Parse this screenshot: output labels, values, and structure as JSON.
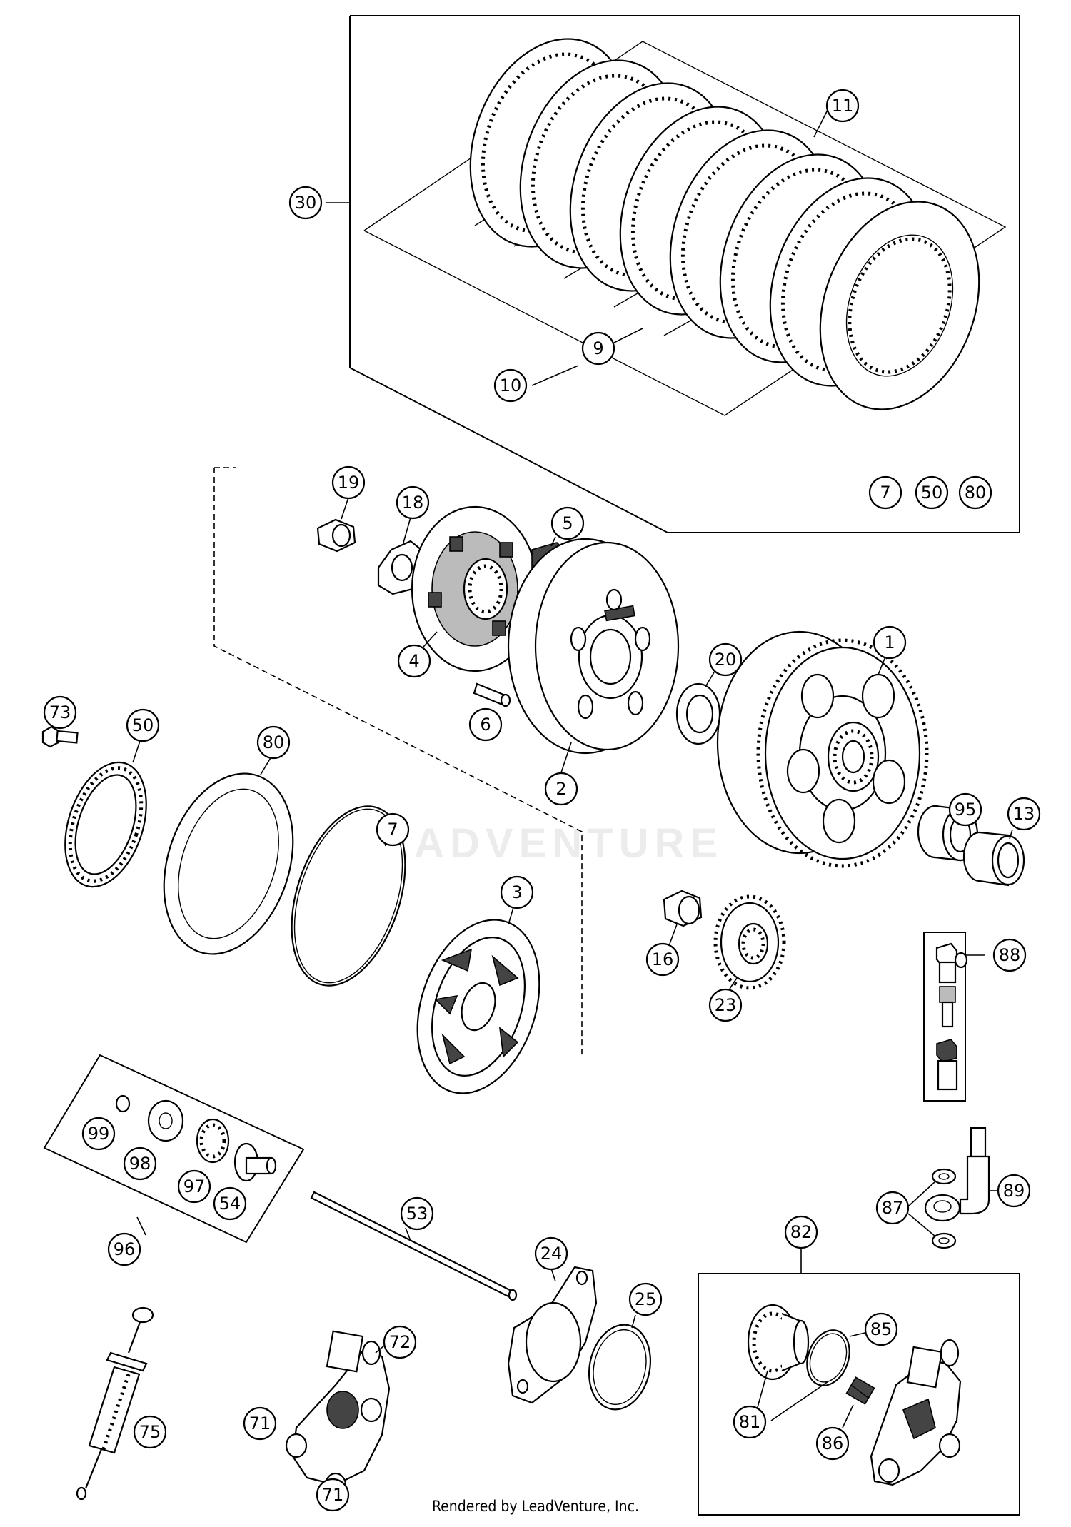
{
  "diagram": {
    "callouts": [
      {
        "id": "11",
        "label": "11"
      },
      {
        "id": "30",
        "label": "30"
      },
      {
        "id": "9",
        "label": "9"
      },
      {
        "id": "10",
        "label": "10"
      },
      {
        "id": "7a",
        "label": "7"
      },
      {
        "id": "50a",
        "label": "50"
      },
      {
        "id": "80a",
        "label": "80"
      },
      {
        "id": "19",
        "label": "19"
      },
      {
        "id": "18",
        "label": "18"
      },
      {
        "id": "5",
        "label": "5"
      },
      {
        "id": "4",
        "label": "4"
      },
      {
        "id": "6",
        "label": "6"
      },
      {
        "id": "2",
        "label": "2"
      },
      {
        "id": "20",
        "label": "20"
      },
      {
        "id": "1",
        "label": "1"
      },
      {
        "id": "73",
        "label": "73"
      },
      {
        "id": "50b",
        "label": "50"
      },
      {
        "id": "80b",
        "label": "80"
      },
      {
        "id": "7b",
        "label": "7"
      },
      {
        "id": "95",
        "label": "95"
      },
      {
        "id": "13",
        "label": "13"
      },
      {
        "id": "3",
        "label": "3"
      },
      {
        "id": "16",
        "label": "16"
      },
      {
        "id": "23",
        "label": "23"
      },
      {
        "id": "88",
        "label": "88"
      },
      {
        "id": "99",
        "label": "99"
      },
      {
        "id": "98",
        "label": "98"
      },
      {
        "id": "97",
        "label": "97"
      },
      {
        "id": "54",
        "label": "54"
      },
      {
        "id": "96",
        "label": "96"
      },
      {
        "id": "53",
        "label": "53"
      },
      {
        "id": "24",
        "label": "24"
      },
      {
        "id": "25",
        "label": "25"
      },
      {
        "id": "87",
        "label": "87"
      },
      {
        "id": "89",
        "label": "89"
      },
      {
        "id": "82",
        "label": "82"
      },
      {
        "id": "72",
        "label": "72"
      },
      {
        "id": "85",
        "label": "85"
      },
      {
        "id": "81",
        "label": "81"
      },
      {
        "id": "86",
        "label": "86"
      },
      {
        "id": "71a",
        "label": "71"
      },
      {
        "id": "71b",
        "label": "71"
      },
      {
        "id": "75",
        "label": "75"
      }
    ]
  },
  "watermark": "LEADVENTURE",
  "credit": "Rendered by LeadVenture, Inc."
}
